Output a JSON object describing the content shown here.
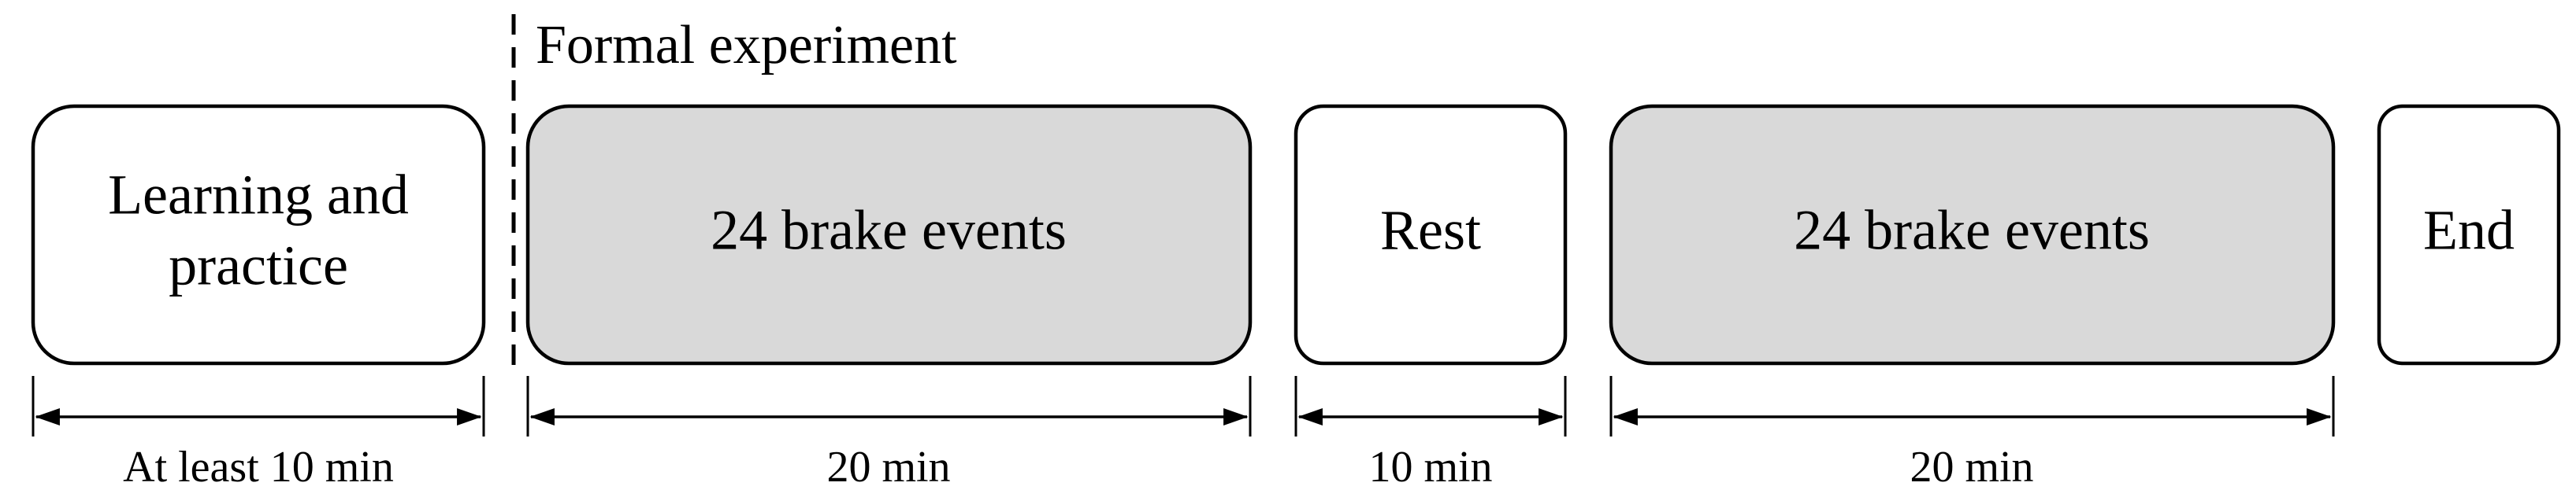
{
  "title": "Formal experiment",
  "colors": {
    "filled_box": "#d9d9d9",
    "empty_box": "#ffffff",
    "stroke": "#000000"
  },
  "stages": [
    {
      "line1": "Learning and",
      "line2": "practice",
      "filled": false,
      "duration": "At least 10 min"
    },
    {
      "line1": "24 brake events",
      "line2": "",
      "filled": true,
      "duration": "20 min"
    },
    {
      "line1": "Rest",
      "line2": "",
      "filled": false,
      "duration": "10 min"
    },
    {
      "line1": "24 brake events",
      "line2": "",
      "filled": true,
      "duration": "20 min"
    },
    {
      "line1": "End",
      "line2": "",
      "filled": false,
      "duration": ""
    }
  ]
}
